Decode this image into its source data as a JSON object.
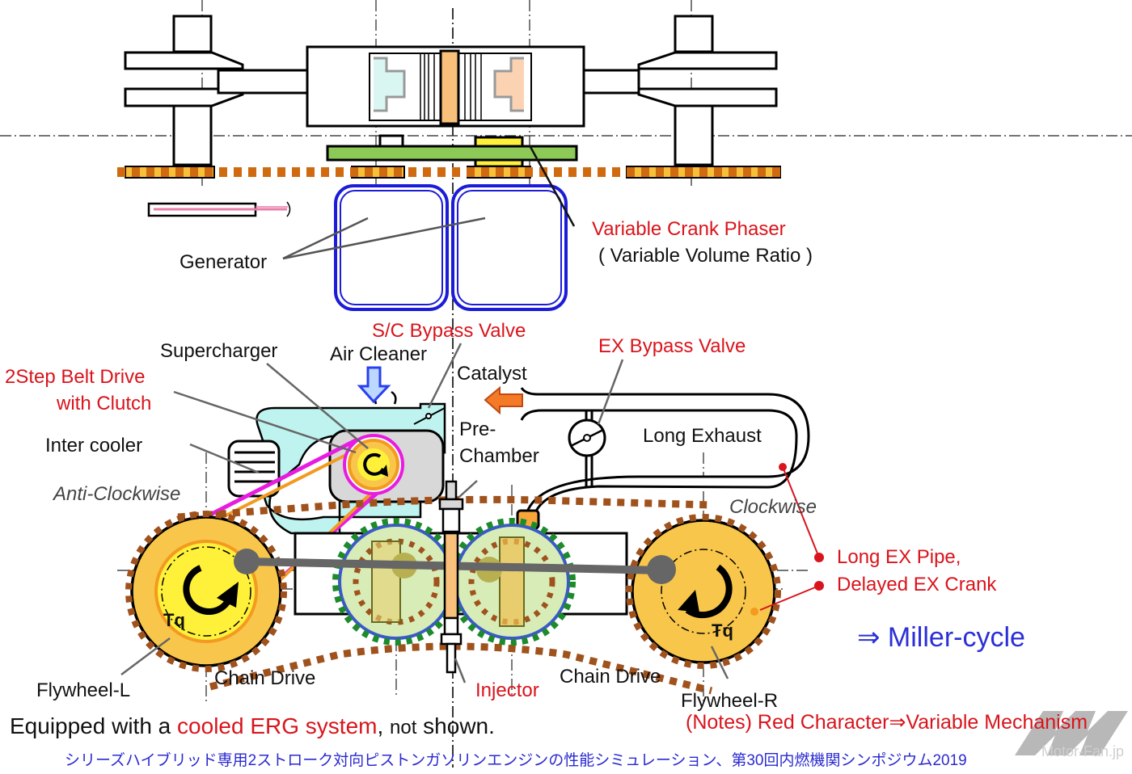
{
  "labels": {
    "generator": "Generator",
    "variable_crank_phaser": "Variable Crank Phaser",
    "variable_volume_ratio": "( Variable Volume Ratio )",
    "sc_bypass_valve": "S/C Bypass Valve",
    "supercharger": "Supercharger",
    "air_cleaner": "Air Cleaner",
    "ex_bypass_valve": "EX Bypass Valve",
    "belt_drive_line1": "2Step Belt Drive",
    "belt_drive_line2": "with Clutch",
    "catalyst": "Catalyst",
    "pre_chamber_line1": "Pre-",
    "pre_chamber_line2": "Chamber",
    "long_exhaust": "Long Exhaust",
    "inter_cooler": "Inter cooler",
    "anti_clockwise": "Anti-Clockwise",
    "clockwise": "Clockwise",
    "long_ex_pipe": "Long EX Pipe,",
    "delayed_ex_crank": "Delayed EX Crank",
    "miller_cycle": "⇒ Miller-cycle",
    "flywheel_l": "Flywheel-L",
    "flywheel_r": "Flywheel-R",
    "chain_drive_left": "Chain Drive",
    "chain_drive_right": "Chain Drive",
    "injector": "Injector",
    "torque_left": "Tq",
    "torque_right": "Tq",
    "erg_prefix": "Equipped with a ",
    "erg_highlight": "cooled ERG system",
    "erg_mid": ", ",
    "erg_not": "not",
    "erg_suffix": " shown.",
    "notes": "(Notes) Red Character⇒Variable Mechanism"
  },
  "caption": "シリーズハイブリッド専用2ストローク対向ピストンガソリンエンジンの性能シミュレーション、第30回内燃機関シンポジウム2019",
  "watermark": "Motor-Fan.jp",
  "colors": {
    "variable_text": "#d9141c",
    "miller_text": "#2b2fd6",
    "flywheel_fill": "#f8c64a",
    "crank_fill": "#fff13a",
    "chain": "#a0521d",
    "gear_green": "#1d8a2c",
    "generator_outline": "#1c1cd8",
    "intercooler_fill": "#bff3ef",
    "phaser_green": "#8cc957",
    "belt_orange": "#f39a21",
    "belt_magenta": "#e81ce0"
  }
}
